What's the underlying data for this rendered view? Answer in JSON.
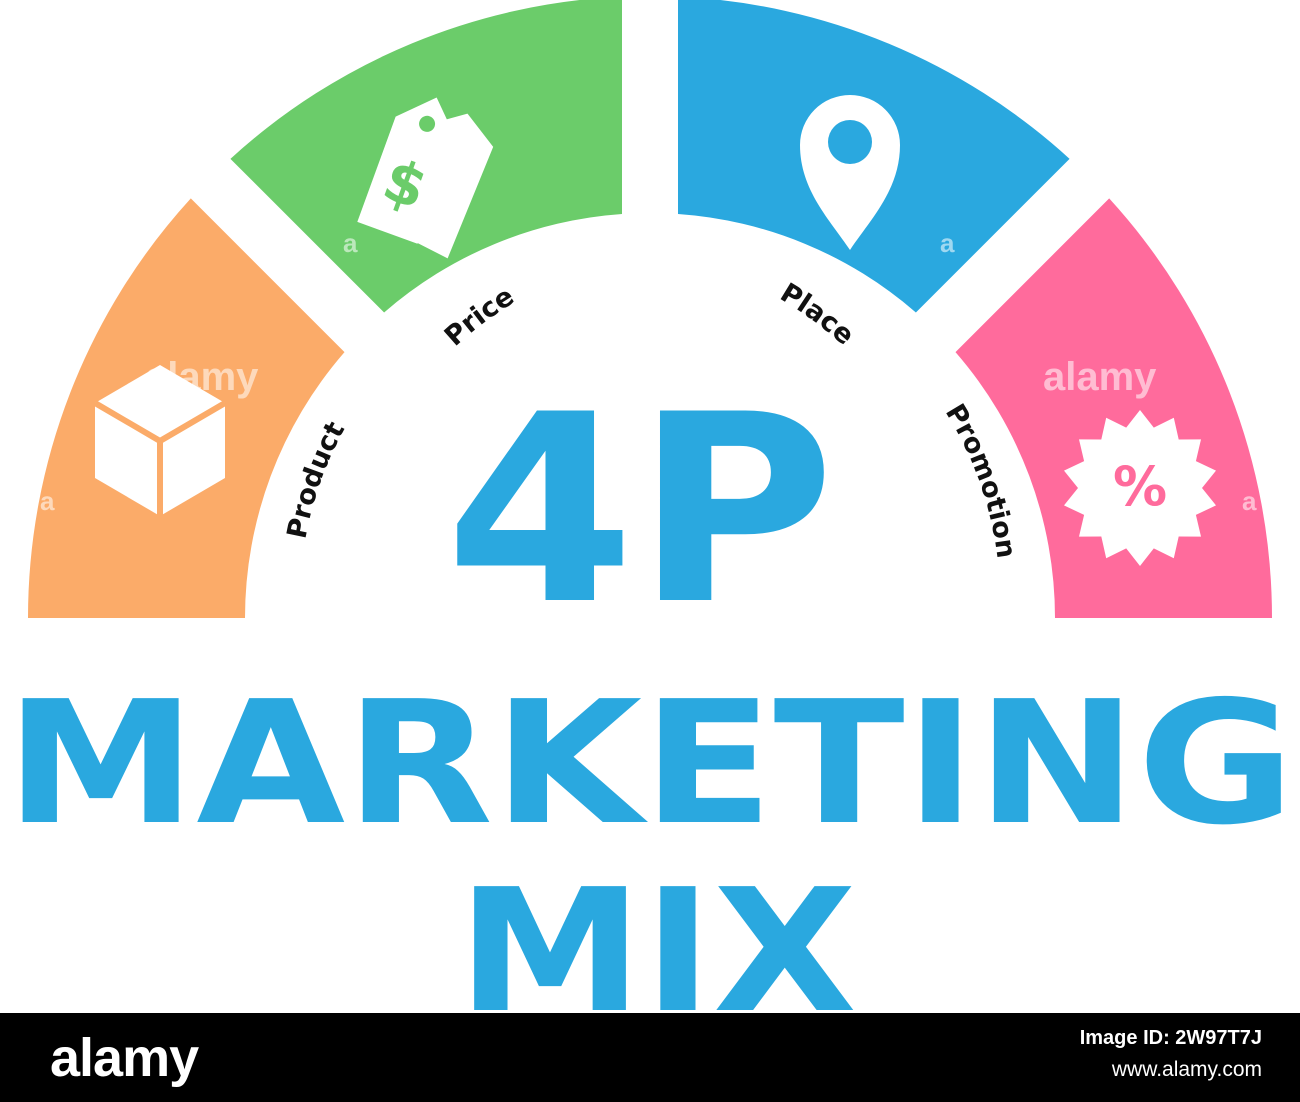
{
  "colors": {
    "product": "#FBAB69",
    "price": "#6BCC6A",
    "place": "#2AA8DF",
    "promotion": "#FF6B9C",
    "title": "#2AA8DF"
  },
  "segments": [
    {
      "label": "Product",
      "icon": "box-icon"
    },
    {
      "label": "Price",
      "icon": "price-tag-icon",
      "glyph": "$"
    },
    {
      "label": "Place",
      "icon": "location-pin-icon"
    },
    {
      "label": "Promotion",
      "icon": "discount-badge-icon",
      "glyph": "%"
    }
  ],
  "center": "4P",
  "title_line1": "MARKETING",
  "title_line2": "MIX",
  "watermark": "alamy",
  "watermark_letter": "a",
  "footer": {
    "logo": "alamy",
    "image_id_label": "Image ID: 2W97T7J",
    "site": "www.alamy.com"
  }
}
